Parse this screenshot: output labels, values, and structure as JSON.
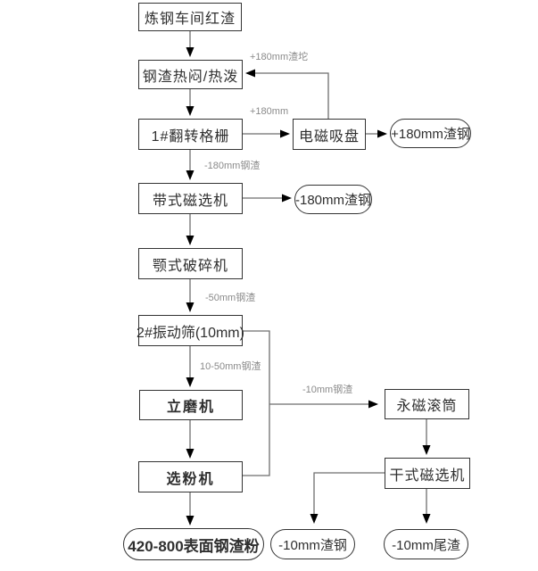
{
  "flowchart": {
    "nodes": {
      "red_slag": {
        "label": "炼钢车间红渣"
      },
      "hot_braising": {
        "label": "钢渣热闷/热泼"
      },
      "flip_grid": {
        "label": "1#翻转格栅"
      },
      "magnetic_chuck": {
        "label": "电磁吸盘"
      },
      "plus180_slag_steel": {
        "label": "+180mm渣钢"
      },
      "belt_magnetic_separator": {
        "label": "带式磁选机"
      },
      "minus180_slag_steel": {
        "label": "-180mm渣钢"
      },
      "jaw_crusher": {
        "label": "颚式破碎机"
      },
      "vibrating_screen": {
        "label": "2#振动筛(10mm)"
      },
      "vertical_mill": {
        "label": "立磨机"
      },
      "powder_classifier": {
        "label": "选粉机"
      },
      "permanent_magnet_drum": {
        "label": "永磁滚筒"
      },
      "dry_magnetic_separator": {
        "label": "干式磁选机"
      },
      "surface_slag_powder": {
        "label": "420-800表面钢渣粉"
      },
      "minus10_slag_steel": {
        "label": "-10mm渣钢"
      },
      "minus10_tailings": {
        "label": "-10mm尾渣"
      }
    },
    "edge_labels": {
      "plus180_lump": "+180mm渣坨",
      "plus180": "+180mm",
      "minus180_slag": "-180mm钢渣",
      "minus50_slag": "-50mm钢渣",
      "range10_50_slag": "10-50mm钢渣",
      "minus10_slag": "-10mm钢渣"
    },
    "colors": {
      "background": "#ffffff",
      "box_border": "#333333",
      "box_fill": "#ffffff",
      "line": "#6e6e6e",
      "arrowhead": "#000000",
      "edge_label_text": "#8a8a8a",
      "node_text": "#2f2f2f"
    }
  }
}
